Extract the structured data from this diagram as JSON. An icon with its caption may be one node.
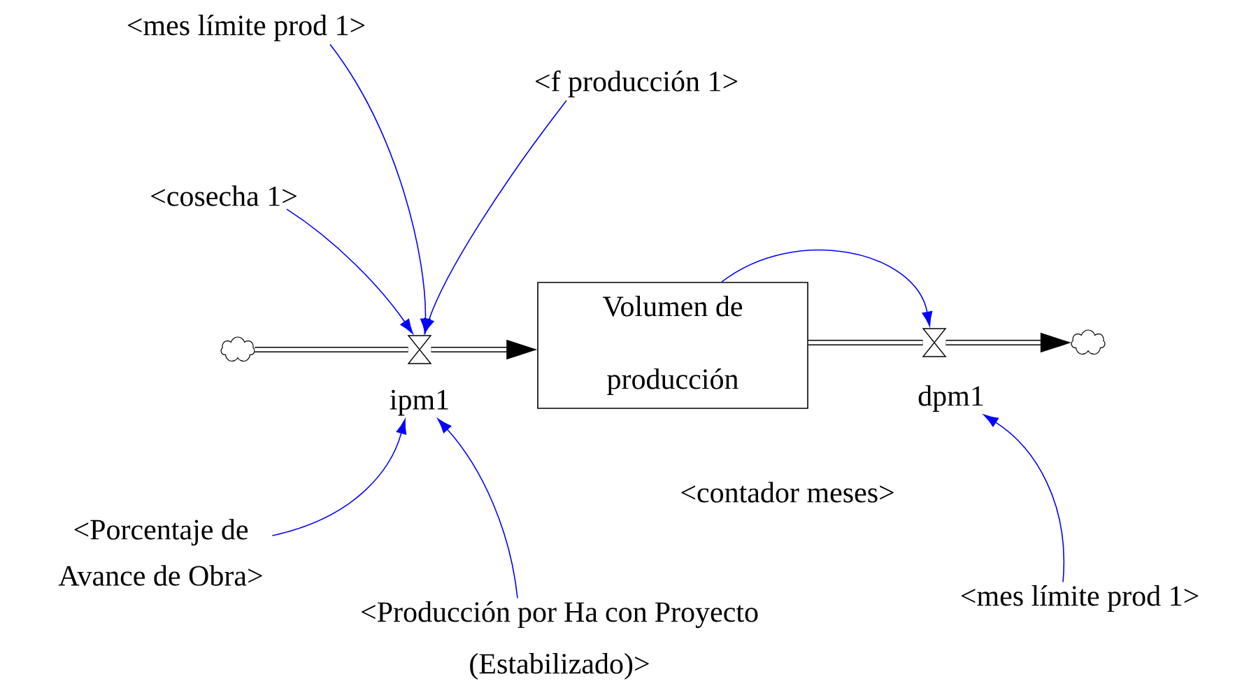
{
  "diagram": {
    "nodes": [
      {
        "text": [],
        "shape": "cloud"
      },
      {
        "text": [],
        "shape": "valve",
        "beside": [
          "ipm1"
        ]
      },
      {
        "text": [
          "Volumen de producción"
        ]
      },
      {
        "text": [],
        "shape": "valve",
        "beside": [
          "dpm1"
        ]
      },
      {
        "text": [],
        "shape": "cloud"
      },
      {
        "text": [
          "<mes límite prod 1>"
        ]
      },
      {
        "text": [
          "<f producción 1>"
        ]
      },
      {
        "text": [
          "<cosecha 1>"
        ]
      },
      {
        "text": [
          "<Porcentaje de Avance de Obra>"
        ]
      },
      {
        "text": [
          "<Producción por Ha con Proyecto (Estabilizado)>"
        ]
      },
      {
        "text": [
          "<mes límite prod 1>"
        ]
      }
    ],
    "edges": [
      {
        "from": 0,
        "to": 1,
        "arrow": "none",
        "style": "thick",
        "color": "#000000"
      },
      {
        "from": 1,
        "to": 2,
        "arrow": "to",
        "style": "thick",
        "color": "#000000"
      },
      {
        "from": 2,
        "to": 3,
        "arrow": "none",
        "style": "thick",
        "color": "#000000"
      },
      {
        "from": 3,
        "to": 4,
        "arrow": "to",
        "style": "thick",
        "color": "#000000"
      },
      {
        "from": 5,
        "to": 1,
        "arrow": "to"
      },
      {
        "from": 6,
        "to": 1,
        "arrow": "to"
      },
      {
        "from": 7,
        "to": 1,
        "arrow": "to"
      },
      {
        "from": 8,
        "to": 1,
        "arrow": "to"
      },
      {
        "from": 9,
        "to": 1,
        "arrow": "to"
      },
      {
        "from": 2,
        "to": 3,
        "arrow": "to"
      },
      {
        "from": 10,
        "to": 3,
        "arrow": "to"
      }
    ],
    "labels": [
      "<contador meses>"
    ]
  }
}
